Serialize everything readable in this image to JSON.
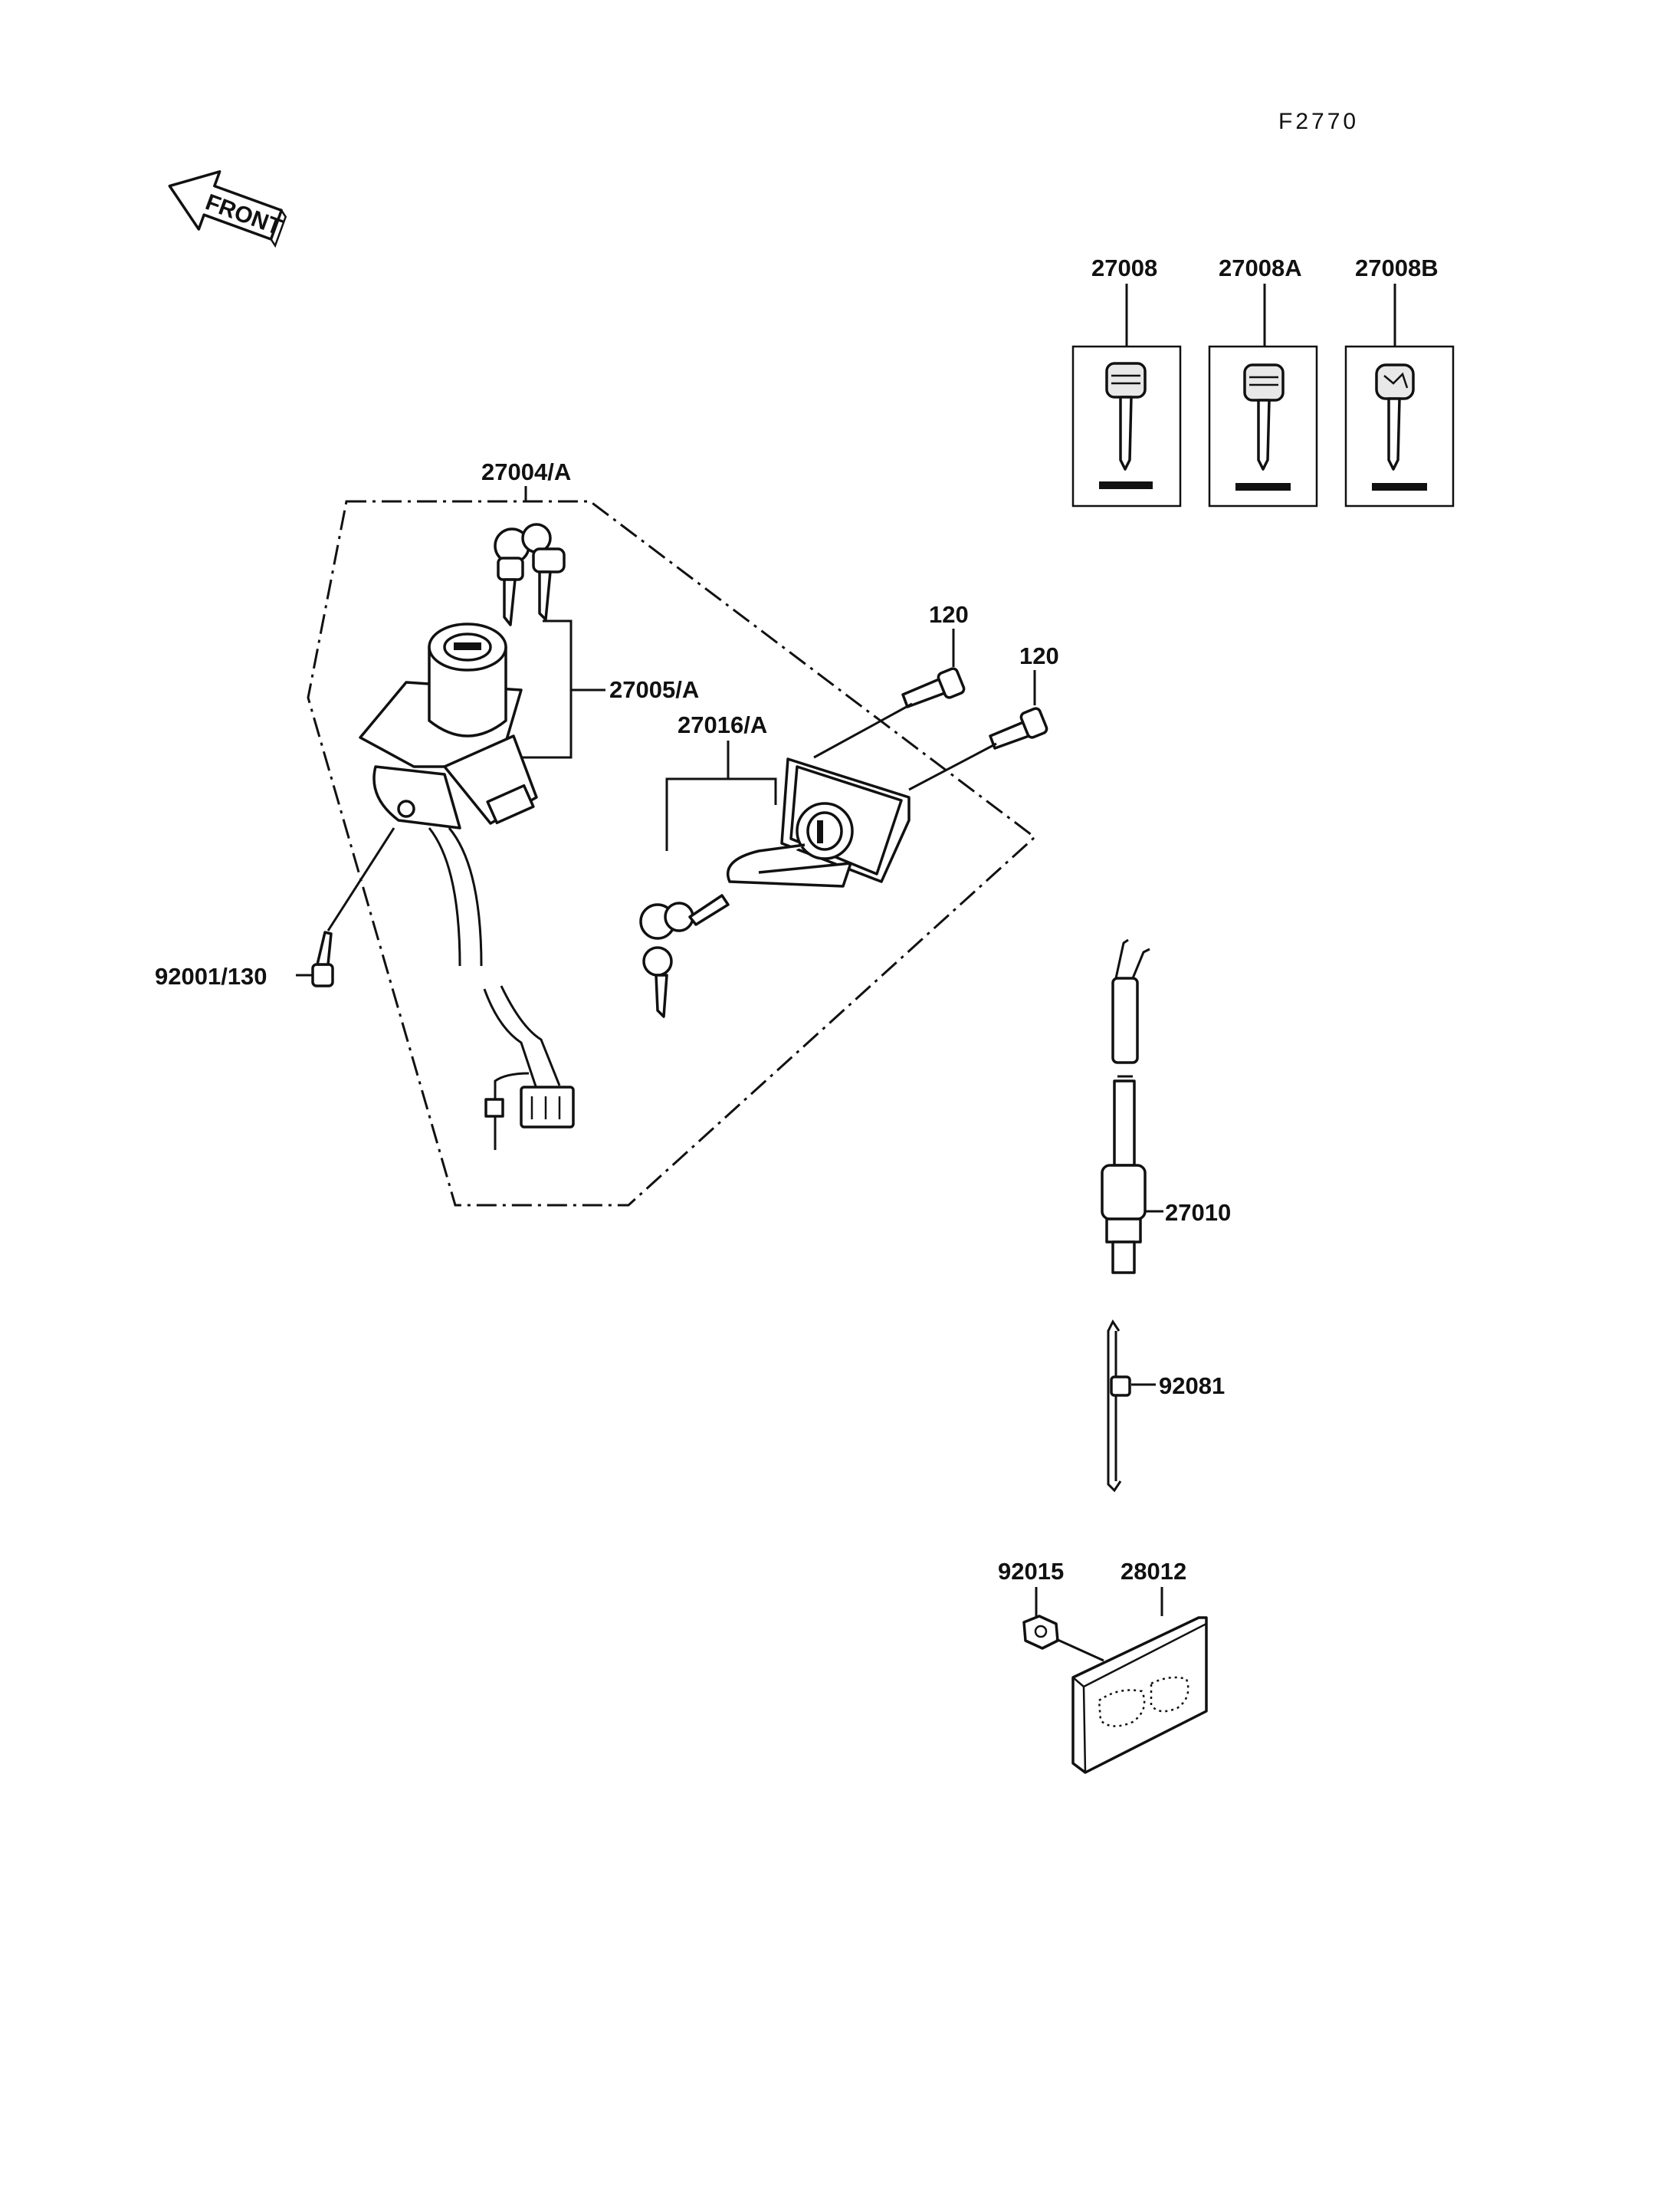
{
  "diagram_code": "F2770",
  "direction_label": "FRONT",
  "parts": {
    "key_blank_1": "27008",
    "key_blank_2": "27008A",
    "key_blank_3": "27008B",
    "ignition_lock_set": "27004/A",
    "ignition_switch": "27005/A",
    "seat_lock": "27016/A",
    "bolt_upper": "120",
    "bolt_lower": "120",
    "screw": "92001/130",
    "sensor_switch": "27010",
    "spring_clip": "92081",
    "nut": "92015",
    "reflector": "28012"
  }
}
